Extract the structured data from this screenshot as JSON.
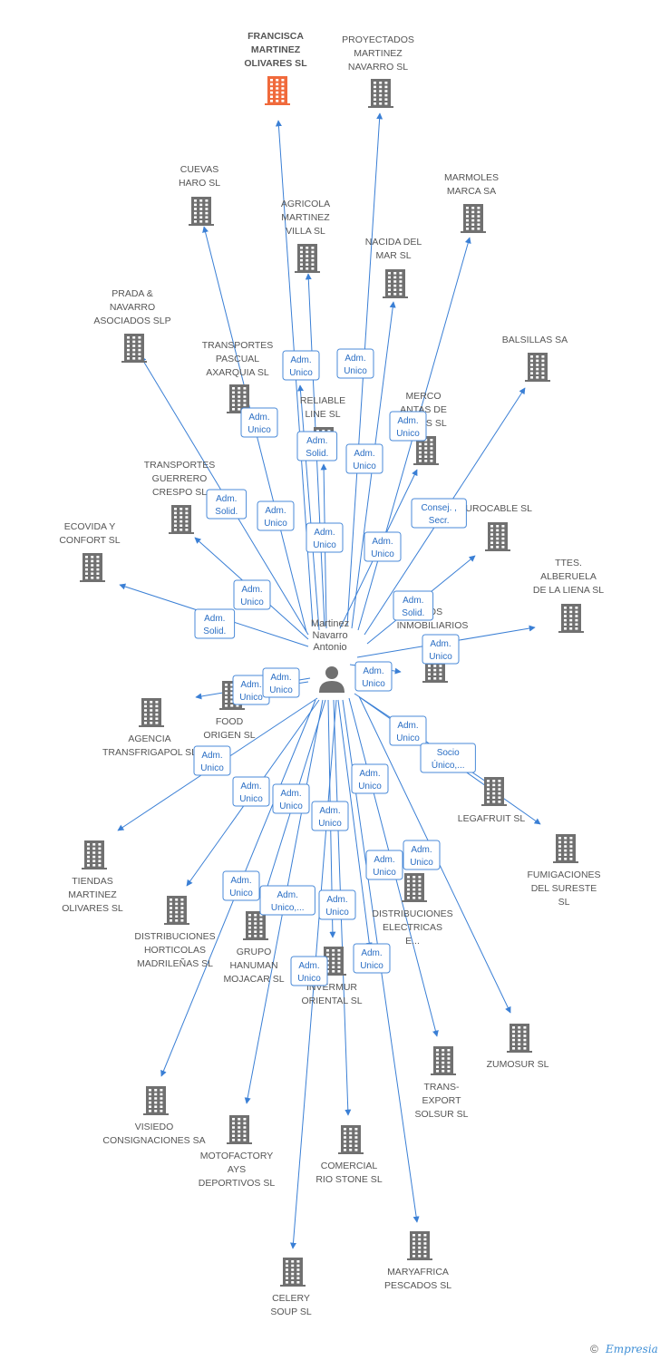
{
  "center": {
    "label": [
      "Martinez",
      "Navarro",
      "Antonio"
    ],
    "icon": "person-icon"
  },
  "colors": {
    "edge": "#3a7fd5",
    "building": "#707070",
    "highlight": "#f06a3c",
    "edge_label_border": "#4a8ad8",
    "edge_label_text": "#2a6ec4"
  },
  "nodes": [
    {
      "id": "francisca",
      "label": [
        "FRANCISCA",
        "MARTINEZ",
        "OLIVARES SL"
      ],
      "highlight": true
    },
    {
      "id": "proyectados",
      "label": [
        "PROYECTADOS",
        "MARTINEZ",
        "NAVARRO SL"
      ]
    },
    {
      "id": "cuevas",
      "label": [
        "CUEVAS",
        "HARO SL"
      ]
    },
    {
      "id": "agricola",
      "label": [
        "AGRICOLA",
        "MARTINEZ",
        "VILLA SL"
      ]
    },
    {
      "id": "marmoles",
      "label": [
        "MARMOLES",
        "MARCA SA"
      ]
    },
    {
      "id": "nacida",
      "label": [
        "NACIDA DEL",
        "MAR SL"
      ]
    },
    {
      "id": "prada",
      "label": [
        "PRADA &",
        "NAVARRO",
        "ASOCIADOS SLP"
      ]
    },
    {
      "id": "balsillas",
      "label": [
        "BALSILLAS SA"
      ]
    },
    {
      "id": "pascual",
      "label": [
        "TRANSPORTES",
        "PASCUAL",
        "AXARQUIA SL"
      ]
    },
    {
      "id": "reliable",
      "label": [
        "RELIABLE",
        "LINE SL"
      ]
    },
    {
      "id": "merco",
      "label": [
        "MERCO",
        "ANTAS DE",
        "VERAS SL"
      ]
    },
    {
      "id": "guerrero",
      "label": [
        "TRANSPORTES",
        "GUERRERO",
        "CRESPO SL"
      ]
    },
    {
      "id": "turocable",
      "label": [
        "TUROCABLE SL"
      ]
    },
    {
      "id": "ecovida",
      "label": [
        "ECOVIDA Y",
        "CONFORT SL"
      ]
    },
    {
      "id": "ttes",
      "label": [
        "TTES.",
        "ALBERUELA",
        "DE LA LIENA SL"
      ]
    },
    {
      "id": "inmobiliarios",
      "label": [
        "VOS",
        "INMOBILIARIOS",
        "AP"
      ]
    },
    {
      "id": "food",
      "label": [
        "FOOD",
        "ORIGEN  SL"
      ]
    },
    {
      "id": "transfrigapol",
      "label": [
        "AGENCIA",
        "TRANSFRIGAPOL SL"
      ]
    },
    {
      "id": "legafruit",
      "label": [
        "LEGAFRUIT SL"
      ]
    },
    {
      "id": "fumigaciones",
      "label": [
        "FUMIGACIONES",
        "DEL SURESTE",
        "SL"
      ]
    },
    {
      "id": "tiendas",
      "label": [
        "TIENDAS",
        "MARTINEZ",
        "OLIVARES SL"
      ]
    },
    {
      "id": "distelec",
      "label": [
        "DISTRIBUCIONES",
        "ELECTRICAS",
        "E..."
      ]
    },
    {
      "id": "disthort",
      "label": [
        "DISTRIBUCIONES",
        "HORTICOLAS",
        "MADRILEÑAS SL"
      ]
    },
    {
      "id": "hanuman",
      "label": [
        "GRUPO",
        "HANUMAN",
        "MOJACAR SL"
      ]
    },
    {
      "id": "invermur",
      "label": [
        "INVERMUR",
        "ORIENTAL SL"
      ]
    },
    {
      "id": "zumosur",
      "label": [
        "ZUMOSUR SL"
      ]
    },
    {
      "id": "transexport",
      "label": [
        "TRANS-",
        "EXPORT",
        "SOLSUR SL"
      ]
    },
    {
      "id": "visiedo",
      "label": [
        "VISIEDO",
        "CONSIGNACIONES SA"
      ]
    },
    {
      "id": "motofactory",
      "label": [
        "MOTOFACTORY",
        "AYS",
        "DEPORTIVOS SL"
      ]
    },
    {
      "id": "riostone",
      "label": [
        "COMERCIAL",
        "RIO STONE SL"
      ]
    },
    {
      "id": "maryafrica",
      "label": [
        "MARYAFRICA",
        "PESCADOS SL"
      ]
    },
    {
      "id": "celery",
      "label": [
        "CELERY",
        "SOUP SL"
      ]
    }
  ],
  "edge_labels": [
    [
      "Adm.",
      "Unico"
    ],
    [
      "Adm.",
      "Unico"
    ],
    [
      "Adm.",
      "Unico"
    ],
    [
      "Adm.",
      "Solid."
    ],
    [
      "Adm.",
      "Unico"
    ],
    [
      "Adm.",
      "Unico"
    ],
    [
      "Adm.",
      "Solid."
    ],
    [
      "Adm.",
      "Unico"
    ],
    [
      "Consej. ,",
      "Secr."
    ],
    [
      "Adm.",
      "Unico"
    ],
    [
      "Adm.",
      "Unico"
    ],
    [
      "Adm.",
      "Unico"
    ],
    [
      "Adm.",
      "Solid."
    ],
    [
      "Adm.",
      "Solid."
    ],
    [
      "Adm.",
      "Unico"
    ],
    [
      "Adm.",
      "Unico"
    ],
    [
      "Adm.",
      "Unico"
    ],
    [
      "Adm.",
      "Unico"
    ],
    [
      "Adm.",
      "Unico"
    ],
    [
      "Socio",
      "Único,..."
    ],
    [
      "Adm.",
      "Unico"
    ],
    [
      "Adm.",
      "Unico"
    ],
    [
      "Adm.",
      "Unico"
    ],
    [
      "Adm.",
      "Unico"
    ],
    [
      "Adm.",
      "Unico"
    ],
    [
      "Adm.",
      "Unico"
    ],
    [
      "Adm.",
      "Unico"
    ],
    [
      "Adm.",
      "Unico,..."
    ],
    [
      "Adm.",
      "Unico"
    ],
    [
      "Adm.",
      "Unico"
    ],
    [
      "Adm.",
      "Unico"
    ],
    [
      "Adm.",
      "Unico"
    ]
  ],
  "footer": {
    "copyright": "©",
    "brand": "Empresia"
  }
}
